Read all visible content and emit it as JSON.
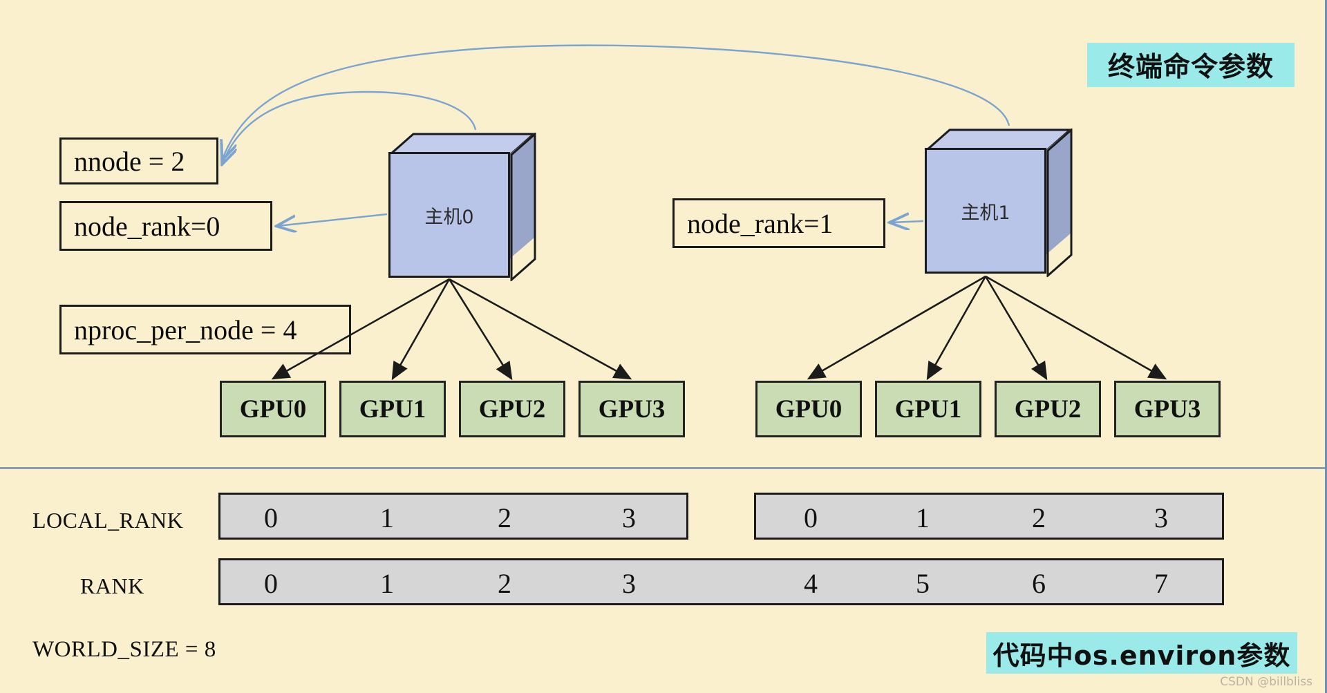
{
  "background_color": "#faf0ce",
  "accent_badge_color": "#9aeaea",
  "gpu_box_color": "#c9dcb4",
  "host_box_color": "#b9c5e8",
  "rank_bar_color": "#d6d6d6",
  "divider_color": "#8c9db0",
  "badges": {
    "top_right": "终端命令参数",
    "bottom_right": "代码中os.environ参数"
  },
  "params": {
    "nnode": "nnode = 2",
    "node_rank_0": "node_rank=0",
    "node_rank_1": "node_rank=1",
    "nproc_per_node": "nproc_per_node = 4"
  },
  "hosts": [
    {
      "label": "主机0"
    },
    {
      "label": "主机1"
    }
  ],
  "gpus": {
    "node0": [
      "GPU0",
      "GPU1",
      "GPU2",
      "GPU3"
    ],
    "node1": [
      "GPU0",
      "GPU1",
      "GPU2",
      "GPU3"
    ]
  },
  "table": {
    "rows": [
      {
        "label": "LOCAL_RANK",
        "node0_values": [
          "0",
          "1",
          "2",
          "3"
        ],
        "node1_values": [
          "0",
          "1",
          "2",
          "3"
        ]
      },
      {
        "label": "RANK",
        "node0_values": [
          "0",
          "1",
          "2",
          "3"
        ],
        "node1_values": [
          "4",
          "5",
          "6",
          "7"
        ]
      }
    ],
    "world_size": "WORLD_SIZE = 8"
  },
  "watermark": "CSDN @billbliss"
}
